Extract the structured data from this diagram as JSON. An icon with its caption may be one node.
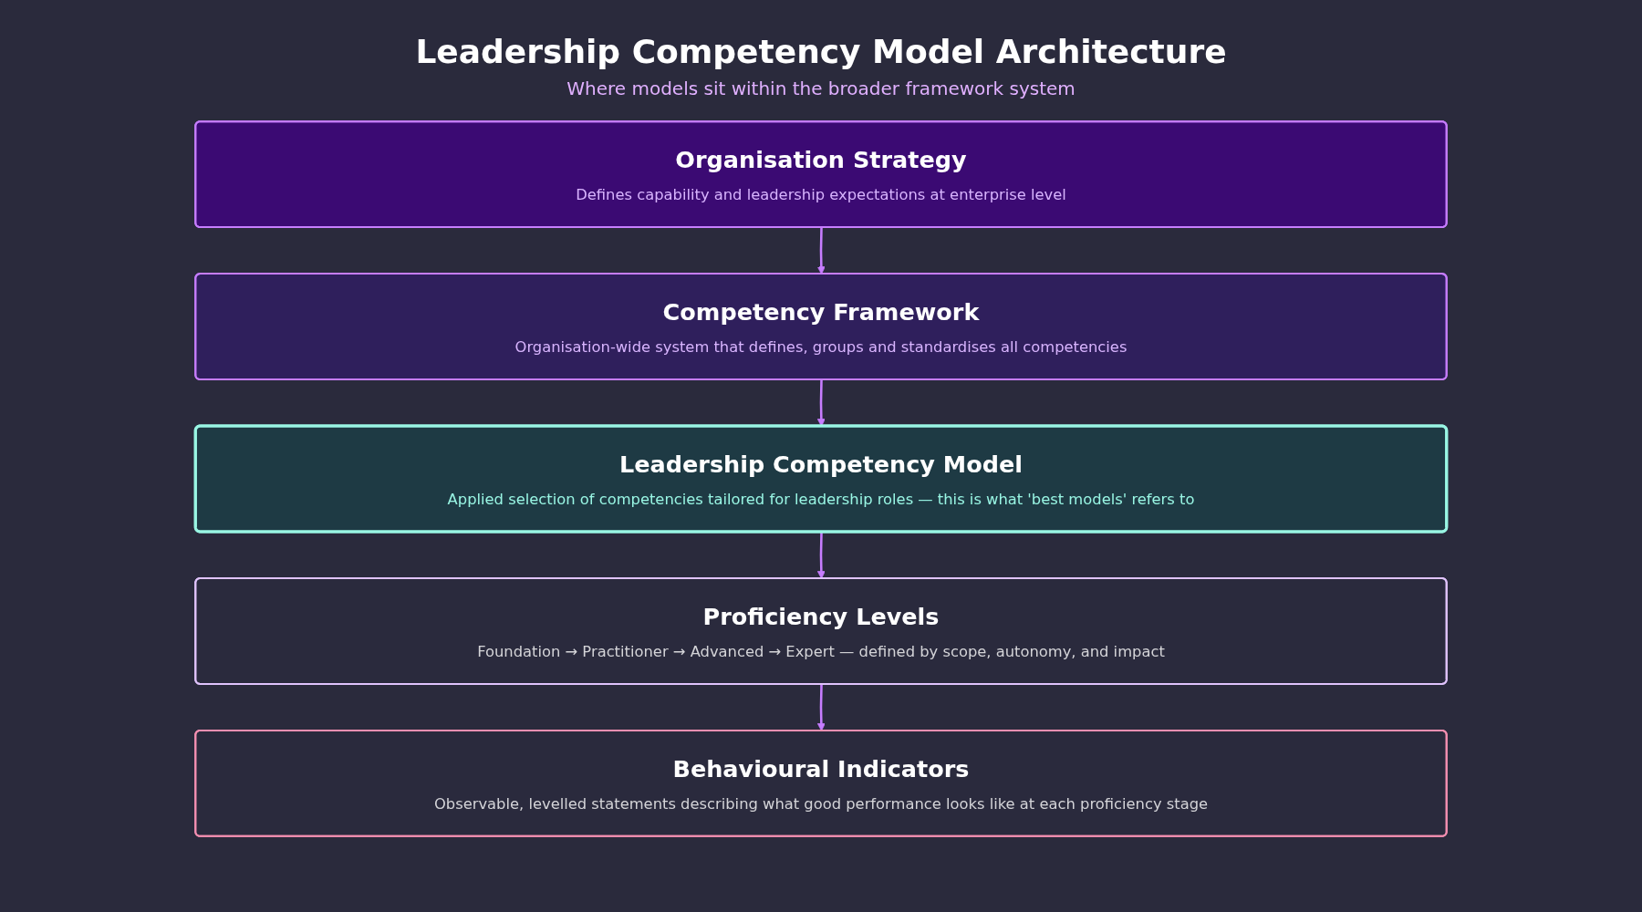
{
  "diagram": {
    "title": "Leadership Competency Model Architecture",
    "caption": "Where models sit within the broader framework system",
    "nodes": [
      {
        "text": [
          "Organisation Strategy",
          "Defines capability and leadership expectations at enterprise level"
        ]
      },
      {
        "text": [
          "Competency Framework",
          "Organisation-wide system that defines, groups and standardises all competencies"
        ]
      },
      {
        "text": [
          "Leadership Competency Model",
          "Applied selection of competencies tailored for leadership roles — this is what 'best models' refers to"
        ]
      },
      {
        "text": [
          "Proficiency Levels",
          "Foundation → Practitioner → Advanced → Expert — defined by scope, autonomy, and impact"
        ]
      },
      {
        "text": [
          "Behavioural Indicators",
          "Observable, levelled statements describing what good performance looks like at each proficiency stage"
        ]
      }
    ],
    "edges": [
      {
        "from": 0,
        "to": 1,
        "arrow": "to"
      },
      {
        "from": 1,
        "to": 2,
        "arrow": "to"
      },
      {
        "from": 2,
        "to": 3,
        "arrow": "to"
      },
      {
        "from": 3,
        "to": 4,
        "arrow": "to"
      }
    ]
  }
}
